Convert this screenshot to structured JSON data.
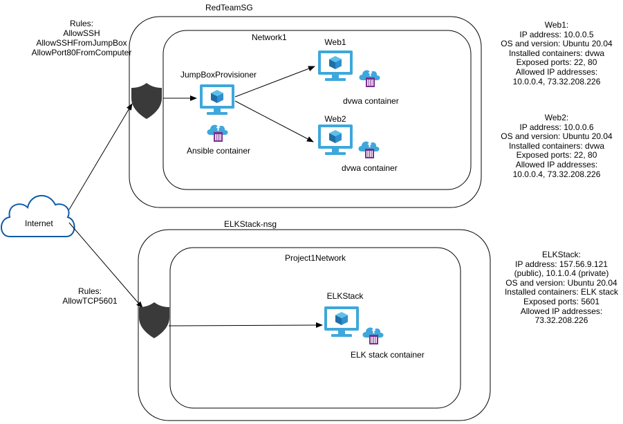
{
  "diagram": {
    "security_groups": [
      {
        "title": "RedTeamSG",
        "network": "Network1"
      },
      {
        "title": "ELKStack-nsg",
        "network": "Project1Network"
      }
    ],
    "internet": {
      "label": "Internet"
    },
    "rules_top": {
      "title": "Rules:",
      "lines": [
        "AllowSSH",
        "AllowSSHFromJumpBox",
        "AllowPort80FromComputer"
      ]
    },
    "rules_bottom": {
      "title": "Rules:",
      "lines": [
        "AllowTCP5601"
      ]
    },
    "vms": {
      "jumpbox": {
        "label": "JumpBoxProvisioner",
        "container": "Ansible container"
      },
      "web1": {
        "label": "Web1",
        "container": "dvwa container"
      },
      "web2": {
        "label": "Web2",
        "container": "dvwa container"
      },
      "elk": {
        "label": "ELKStack",
        "container": "ELK stack container"
      }
    },
    "info_blocks": [
      {
        "id": "web1",
        "lines": [
          "Web1:",
          "IP address: 10.0.0.5",
          "OS and version: Ubuntu 20.04",
          "Installed containers: dvwa",
          "Exposed ports: 22, 80",
          "Allowed IP addresses:",
          "10.0.0.4, 73.32.208.226"
        ]
      },
      {
        "id": "web2",
        "lines": [
          "Web2:",
          "IP address: 10.0.0.6",
          "OS and version: Ubuntu 20.04",
          "Installed containers: dvwa",
          "Exposed ports: 22, 80",
          "Allowed IP addresses:",
          "10.0.0.4, 73.32.208.226"
        ]
      },
      {
        "id": "elk",
        "lines": [
          "ELKStack:",
          "IP address: 157.56.9.121",
          "(public), 10.1.0.4 (private)",
          "OS and version: Ubuntu 20.04",
          "Installed containers: ELK stack",
          "Exposed ports: 5601",
          "Allowed IP addresses:",
          "73.32.208.226"
        ]
      }
    ],
    "colors": {
      "vm_blue": "#3EA7DC",
      "vm_dark": "#1E6FA8",
      "cloud_stroke": "#0E5AA7",
      "shield": "#3A3A3A",
      "container_purple": "#7A2F8E",
      "container_cloud": "#3EA7DC"
    }
  }
}
